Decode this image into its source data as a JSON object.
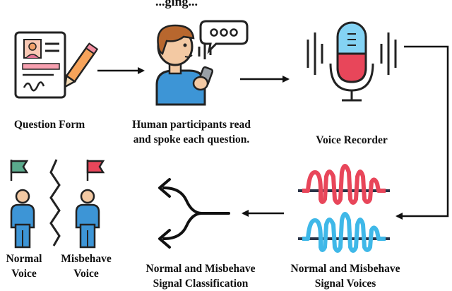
{
  "top_caption_fragment": "...ging...",
  "nodes": {
    "question_form": {
      "label": "Question Form",
      "icon": "form-with-pencil-icon"
    },
    "participants": {
      "label_line1": "Human participants read",
      "label_line2": "and spoke each question.",
      "icon": "person-speaking-phone-icon"
    },
    "voice_recorder": {
      "label": "Voice Recorder",
      "icon": "microphone-icon"
    },
    "signal_voices": {
      "label_line1": "Normal and Misbehave",
      "label_line2": "Signal Voices",
      "icon": "signal-waves-icon"
    },
    "classification": {
      "label_line1": "Normal and Misbehave",
      "label_line2": "Signal Classification",
      "icon": "split-arrow-icon"
    },
    "normal_voice": {
      "label_line1": "Normal",
      "label_line2": "Voice",
      "icon": "person-green-flag-icon"
    },
    "misbehave_voice": {
      "label_line1": "Misbehave",
      "label_line2": "Voice",
      "icon": "person-red-flag-icon"
    }
  },
  "colors": {
    "red_wave": "#e8465a",
    "blue_wave": "#3fb8e8",
    "person_blue": "#3d95d6",
    "skin": "#f3c9a3",
    "mic_red": "#e8465a",
    "mic_blue": "#84d3f4",
    "flag_green": "#5aaa8c",
    "flag_red": "#e8465a",
    "ink": "#111111"
  }
}
